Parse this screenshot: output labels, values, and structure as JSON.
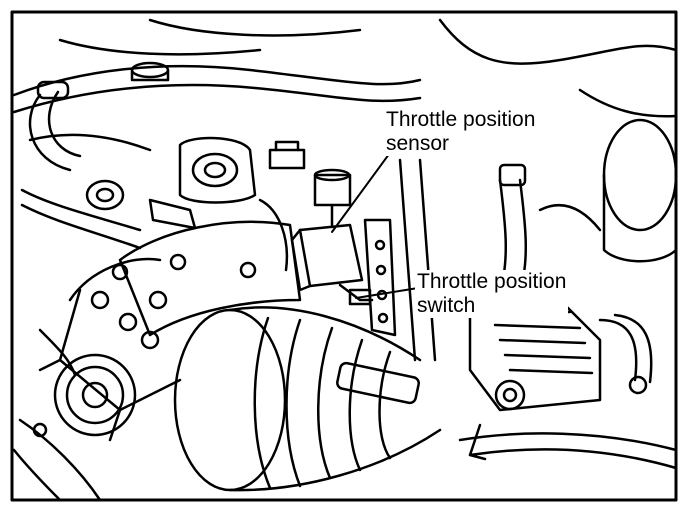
{
  "callouts": {
    "sensor_line1": "Throttle position",
    "sensor_line2": "sensor",
    "switch_line1": "Throttle position",
    "switch_line2": "switch"
  },
  "colors": {
    "ink": "#000000",
    "paper": "#ffffff"
  }
}
